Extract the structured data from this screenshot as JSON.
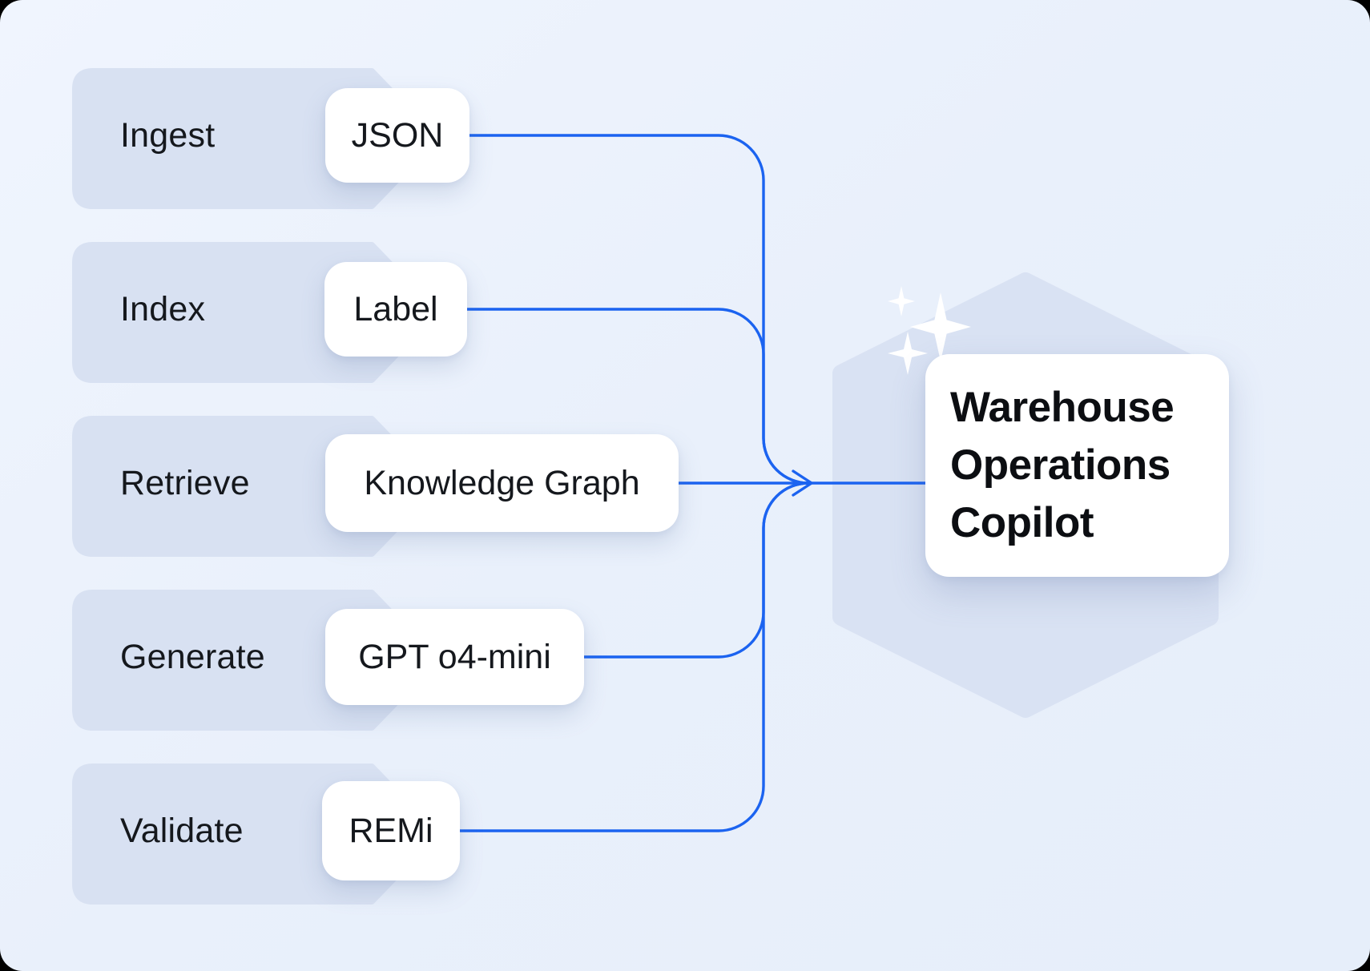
{
  "diagram": {
    "stages": [
      {
        "label": "Ingest",
        "value": "JSON"
      },
      {
        "label": "Index",
        "value": "Label"
      },
      {
        "label": "Retrieve",
        "value": "Knowledge Graph"
      },
      {
        "label": "Generate",
        "value": "GPT o4-mini"
      },
      {
        "label": "Validate",
        "value": "REMi"
      }
    ],
    "hub": {
      "title_lines": [
        "Warehouse",
        "Operations",
        "Copilot"
      ]
    },
    "icons": [
      "sparkles-icon",
      "hexagon-backdrop",
      "arrowhead-icon"
    ],
    "colors": {
      "canvas_bg": "#e9f0fb",
      "row_fill": "#d8e1f2",
      "hexagon_fill": "#d9e2f3",
      "connector_blue": "#1b63f0",
      "box_bg": "#ffffff",
      "text_dark": "#15181d",
      "hub_text": "#0c0e12"
    }
  }
}
